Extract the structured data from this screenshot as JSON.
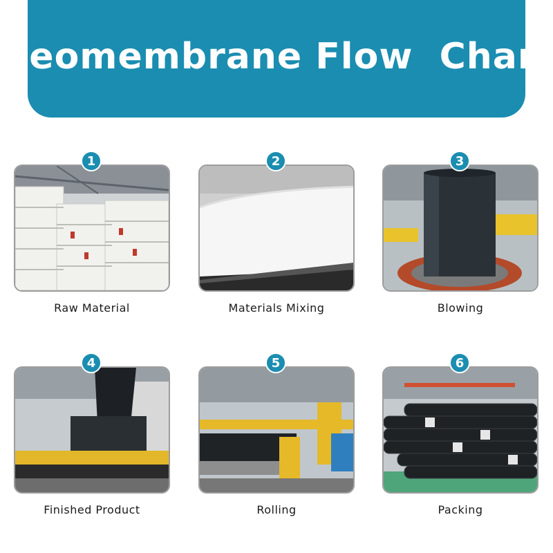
{
  "header": {
    "title": "Geomembrane Flow  Chart"
  },
  "colors": {
    "accent": "#1b8db1",
    "frame": "#9c9c9c",
    "text": "#1a1a1a"
  },
  "steps": [
    {
      "number": "1",
      "label": "Raw Material"
    },
    {
      "number": "2",
      "label": "Materials Mixing"
    },
    {
      "number": "3",
      "label": "Blowing"
    },
    {
      "number": "4",
      "label": "Finished Product"
    },
    {
      "number": "5",
      "label": "Rolling"
    },
    {
      "number": "6",
      "label": "Packing"
    }
  ]
}
